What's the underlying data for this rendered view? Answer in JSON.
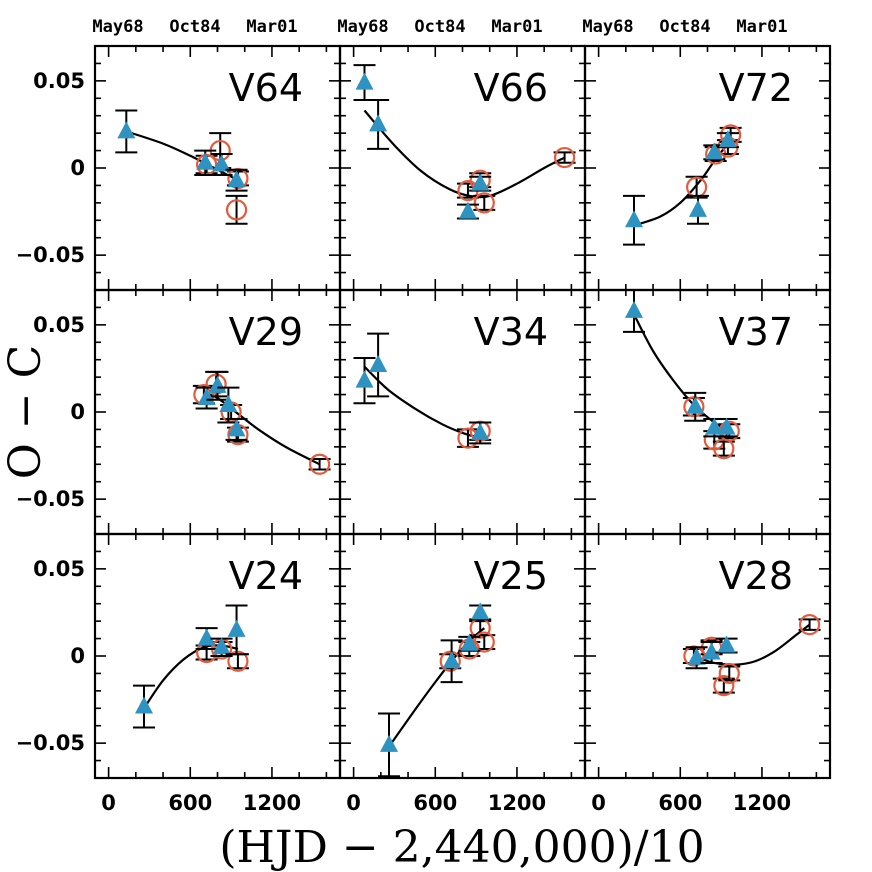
{
  "chart_data": {
    "type": "scatter",
    "xlabel": "(HJD − 2,440,000)/10",
    "ylabel": "O − C",
    "top_axis_labels": [
      "May68",
      "Oct84",
      "Mar01"
    ],
    "x_ticks": [
      0,
      600,
      1200
    ],
    "y_ticks": [
      -0.05,
      0,
      0.05
    ],
    "y_tick_labels": [
      "−0.05",
      "0",
      "0.05"
    ],
    "xlim": [
      -100,
      1700
    ],
    "ylim": [
      -0.07,
      0.07
    ],
    "colors": {
      "triangle": "#2e93c0",
      "circle": "#e35a3c",
      "errorbar": "#000000",
      "fit": "#000000"
    },
    "panels": [
      {
        "name": "V64",
        "triangles": [
          [
            130,
            0.021,
            0.012
          ],
          [
            710,
            0.003,
            0.007
          ],
          [
            830,
            0.002,
            0.006
          ],
          [
            940,
            -0.007,
            0.006
          ]
        ],
        "circles": [
          [
            720,
            0.002,
            0.005
          ],
          [
            820,
            0.01,
            0.01
          ],
          [
            950,
            -0.006,
            0.004
          ],
          [
            940,
            -0.024,
            0.008
          ]
        ],
        "fit": [
          [
            130,
            0.021
          ],
          [
            400,
            0.014
          ],
          [
            600,
            0.007
          ],
          [
            800,
            -0.001
          ],
          [
            950,
            -0.007
          ]
        ]
      },
      {
        "name": "V66",
        "triangles": [
          [
            80,
            0.049,
            0.01
          ],
          [
            180,
            0.025,
            0.014
          ],
          [
            840,
            -0.025,
            0.004
          ],
          [
            930,
            -0.009,
            0.004
          ]
        ],
        "circles": [
          [
            840,
            -0.013,
            0.004
          ],
          [
            930,
            -0.007,
            0.004
          ],
          [
            960,
            -0.02,
            0.004
          ],
          [
            1550,
            0.006,
            0.003
          ]
        ],
        "fit": [
          [
            80,
            0.033
          ],
          [
            300,
            0.013
          ],
          [
            500,
            -0.002
          ],
          [
            700,
            -0.012
          ],
          [
            850,
            -0.016
          ],
          [
            1000,
            -0.016
          ],
          [
            1200,
            -0.009
          ],
          [
            1400,
            0.0
          ],
          [
            1550,
            0.006
          ]
        ]
      },
      {
        "name": "V72",
        "triangles": [
          [
            260,
            -0.03,
            0.014
          ],
          [
            730,
            -0.024,
            0.008
          ],
          [
            850,
            0.009,
            0.004
          ],
          [
            950,
            0.016,
            0.004
          ]
        ],
        "circles": [
          [
            720,
            -0.011,
            0.006
          ],
          [
            860,
            0.008,
            0.004
          ],
          [
            950,
            0.012,
            0.004
          ],
          [
            970,
            0.019,
            0.004
          ]
        ],
        "fit": [
          [
            260,
            -0.033
          ],
          [
            450,
            -0.028
          ],
          [
            600,
            -0.02
          ],
          [
            750,
            -0.007
          ],
          [
            850,
            0.004
          ],
          [
            970,
            0.016
          ]
        ]
      },
      {
        "name": "V29",
        "triangles": [
          [
            720,
            0.008,
            0.006
          ],
          [
            800,
            0.015,
            0.008
          ],
          [
            880,
            0.004,
            0.01
          ],
          [
            940,
            -0.01,
            0.006
          ]
        ],
        "circles": [
          [
            700,
            0.01,
            0.005
          ],
          [
            790,
            0.016,
            0.007
          ],
          [
            900,
            0.0,
            0.004
          ],
          [
            950,
            -0.013,
            0.004
          ],
          [
            1550,
            -0.03,
            0.003
          ]
        ],
        "fit": [
          [
            700,
            0.011
          ],
          [
            800,
            0.008
          ],
          [
            950,
            -0.001
          ],
          [
            1100,
            -0.01
          ],
          [
            1300,
            -0.02
          ],
          [
            1550,
            -0.03
          ]
        ]
      },
      {
        "name": "V34",
        "triangles": [
          [
            80,
            0.018,
            0.013
          ],
          [
            180,
            0.027,
            0.018
          ],
          [
            930,
            -0.012,
            0.006
          ]
        ],
        "circles": [
          [
            840,
            -0.015,
            0.005
          ],
          [
            930,
            -0.011,
            0.005
          ]
        ],
        "fit": [
          [
            80,
            0.026
          ],
          [
            250,
            0.013
          ],
          [
            450,
            0.002
          ],
          [
            650,
            -0.007
          ],
          [
            800,
            -0.012
          ],
          [
            930,
            -0.015
          ]
        ]
      },
      {
        "name": "V37",
        "triangles": [
          [
            260,
            0.058,
            0.012
          ],
          [
            710,
            0.003,
            0.008
          ],
          [
            850,
            -0.009,
            0.005
          ],
          [
            940,
            -0.009,
            0.005
          ]
        ],
        "circles": [
          [
            700,
            0.003,
            0.005
          ],
          [
            850,
            -0.016,
            0.005
          ],
          [
            920,
            -0.021,
            0.004
          ],
          [
            960,
            -0.011,
            0.004
          ]
        ],
        "fit": [
          [
            260,
            0.056
          ],
          [
            400,
            0.035
          ],
          [
            550,
            0.018
          ],
          [
            700,
            0.004
          ],
          [
            850,
            -0.006
          ],
          [
            960,
            -0.011
          ]
        ]
      },
      {
        "name": "V24",
        "triangles": [
          [
            260,
            -0.029,
            0.012
          ],
          [
            720,
            0.01,
            0.006
          ],
          [
            830,
            0.005,
            0.005
          ],
          [
            940,
            0.015,
            0.014
          ]
        ],
        "circles": [
          [
            720,
            0.002,
            0.004
          ],
          [
            830,
            0.004,
            0.004
          ],
          [
            950,
            -0.003,
            0.004
          ]
        ],
        "fit": [
          [
            260,
            -0.03
          ],
          [
            400,
            -0.014
          ],
          [
            550,
            -0.002
          ],
          [
            700,
            0.005
          ],
          [
            830,
            0.006
          ],
          [
            950,
            0.004
          ]
        ]
      },
      {
        "name": "V25",
        "triangles": [
          [
            260,
            -0.051,
            0.018
          ],
          [
            720,
            -0.003,
            0.012
          ],
          [
            850,
            0.007,
            0.004
          ],
          [
            930,
            0.025,
            0.004
          ]
        ],
        "circles": [
          [
            710,
            -0.003,
            0.004
          ],
          [
            850,
            0.004,
            0.004
          ],
          [
            930,
            0.016,
            0.004
          ],
          [
            960,
            0.008,
            0.004
          ]
        ],
        "fit": [
          [
            260,
            -0.052
          ],
          [
            450,
            -0.031
          ],
          [
            600,
            -0.015
          ],
          [
            750,
            0.0
          ],
          [
            870,
            0.01
          ],
          [
            960,
            0.016
          ]
        ]
      },
      {
        "name": "V28",
        "triangles": [
          [
            720,
            -0.001,
            0.006
          ],
          [
            830,
            0.002,
            0.006
          ],
          [
            940,
            0.006,
            0.004
          ]
        ],
        "circles": [
          [
            700,
            0.0,
            0.004
          ],
          [
            830,
            0.005,
            0.004
          ],
          [
            920,
            -0.017,
            0.004
          ],
          [
            960,
            -0.01,
            0.004
          ],
          [
            1550,
            0.018,
            0.003
          ]
        ],
        "fit": [
          [
            700,
            0.0
          ],
          [
            850,
            -0.004
          ],
          [
            1000,
            -0.005
          ],
          [
            1150,
            -0.003
          ],
          [
            1300,
            0.003
          ],
          [
            1450,
            0.012
          ],
          [
            1550,
            0.018
          ]
        ]
      }
    ]
  }
}
